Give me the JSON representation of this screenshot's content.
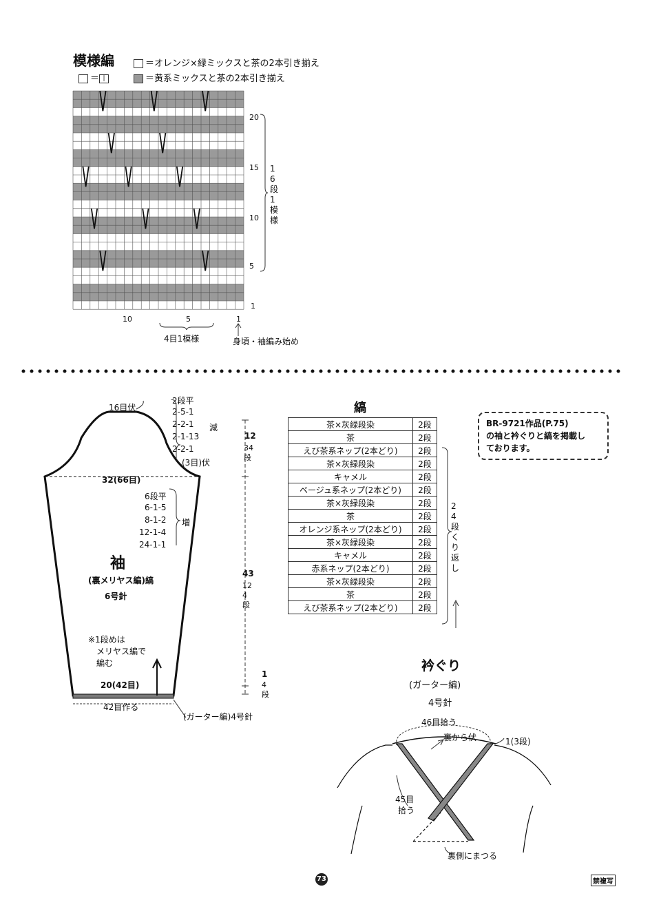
{
  "pattern_chart": {
    "title": "模様編",
    "legend": [
      {
        "swatch": "□",
        "text": "＝オレンジ×緑ミックスと茶の2本引き揃え"
      },
      {
        "swatch": "□＝□",
        "text": ""
      },
      {
        "swatch": "■",
        "text": "＝黄系ミックスと茶の2本引き揃え"
      }
    ],
    "row_labels": [
      "20",
      "15",
      "10",
      "5",
      "1"
    ],
    "col_labels": [
      "10",
      "5",
      "1"
    ],
    "repeat_rows": "16段1模様",
    "repeat_cols": "4目1模様",
    "start_note": "身頃・袖編み始め"
  },
  "sleeve": {
    "top_bind_off": "16目伏",
    "decrease_steps": [
      "2段平",
      "2-5-1",
      "2-2-1",
      "2-1-13",
      "2-2-1"
    ],
    "decrease_label": "減",
    "armhole_bind_off": "(3目)伏",
    "width_top": "32(66目)",
    "increase_steps": [
      "6段平",
      "6-1-5",
      "8-1-2",
      "12-1-4",
      "24-1-1"
    ],
    "increase_label": "増",
    "name": "袖",
    "stitch": "(裏メリヤス編)縞",
    "needle": "6号針",
    "note": [
      "※1段めは",
      "メリヤス編で",
      "編む"
    ],
    "width_bottom": "20(42目)",
    "cast_on": "42目作る",
    "cuff": "(ガーター編)4号針",
    "height_cap": "12",
    "height_cap_rows": "34段",
    "height_body": "43",
    "height_body_rows": "124段",
    "height_cuff": "1",
    "height_cuff_rows": "4段"
  },
  "stripe": {
    "title": "縞",
    "rows": [
      {
        "yarn": "茶×灰緑段染",
        "count": "2段"
      },
      {
        "yarn": "茶",
        "count": "2段"
      },
      {
        "yarn": "えび茶系ネップ(2本どり)",
        "count": "2段"
      },
      {
        "yarn": "茶×灰緑段染",
        "count": "2段"
      },
      {
        "yarn": "キャメル",
        "count": "2段"
      },
      {
        "yarn": "ベージュ系ネップ(2本どり)",
        "count": "2段"
      },
      {
        "yarn": "茶×灰緑段染",
        "count": "2段"
      },
      {
        "yarn": "茶",
        "count": "2段"
      },
      {
        "yarn": "オレンジ系ネップ(2本どり)",
        "count": "2段"
      },
      {
        "yarn": "茶×灰緑段染",
        "count": "2段"
      },
      {
        "yarn": "キャメル",
        "count": "2段"
      },
      {
        "yarn": "赤系ネップ(2本どり)",
        "count": "2段"
      },
      {
        "yarn": "茶×灰緑段染",
        "count": "2段"
      },
      {
        "yarn": "茶",
        "count": "2段"
      },
      {
        "yarn": "えび茶系ネップ(2本どり)",
        "count": "2段"
      }
    ],
    "repeat": "24段くり返し"
  },
  "note": [
    "BR-9721作品(P.75)",
    "の袖と衿ぐりと縞を掲載し",
    "ております。"
  ],
  "neckband": {
    "title": "衿ぐり",
    "stitch": "(ガーター編)",
    "needle": "4号針",
    "pick_up_total": "46目拾う",
    "bind_off": "裏から伏",
    "width": "1(3段)",
    "pick_up_side": [
      "45目",
      "拾う"
    ],
    "finish": "裏側にまつる"
  },
  "footer": {
    "page": "73",
    "copy": "禁複写"
  },
  "colors": {
    "shade": "#9a9a9a",
    "line": "#222222",
    "cuff_fill": "#7a7a7a"
  }
}
